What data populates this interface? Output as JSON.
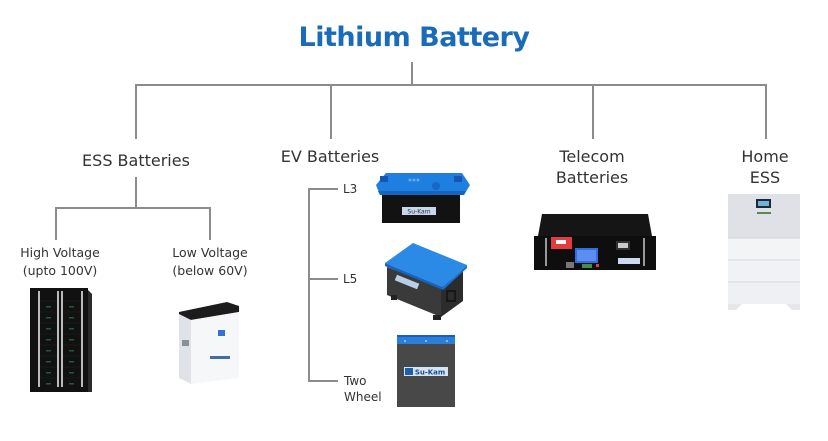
{
  "title": "Lithium Battery",
  "categories": [
    {
      "id": "ess",
      "label": "ESS Batteries",
      "children": [
        {
          "label_line1": "High Voltage",
          "label_line2": "(upto 100V)",
          "image": "high-voltage-rack-battery"
        },
        {
          "label_line1": "Low Voltage",
          "label_line2": "(below 60V)",
          "image": "low-voltage-wall-battery"
        }
      ]
    },
    {
      "id": "ev",
      "label": "EV Batteries",
      "children": [
        {
          "label": "L3",
          "image": "l3-ev-battery"
        },
        {
          "label": "L5",
          "image": "l5-ev-battery"
        },
        {
          "label_line1": "Two",
          "label_line2": "Wheel",
          "image": "two-wheeler-battery"
        }
      ]
    },
    {
      "id": "telecom",
      "label_line1": "Telecom",
      "label_line2": "Batteries",
      "image": "telecom-rack-battery"
    },
    {
      "id": "home",
      "label_line1": "Home",
      "label_line2": "ESS",
      "image": "home-ess-stack-battery"
    }
  ],
  "brand_text": "Su-Kam",
  "colors": {
    "title": "#1a6bb8",
    "connector": "#8c8c8c",
    "ev_blue": "#1f7fe0"
  }
}
